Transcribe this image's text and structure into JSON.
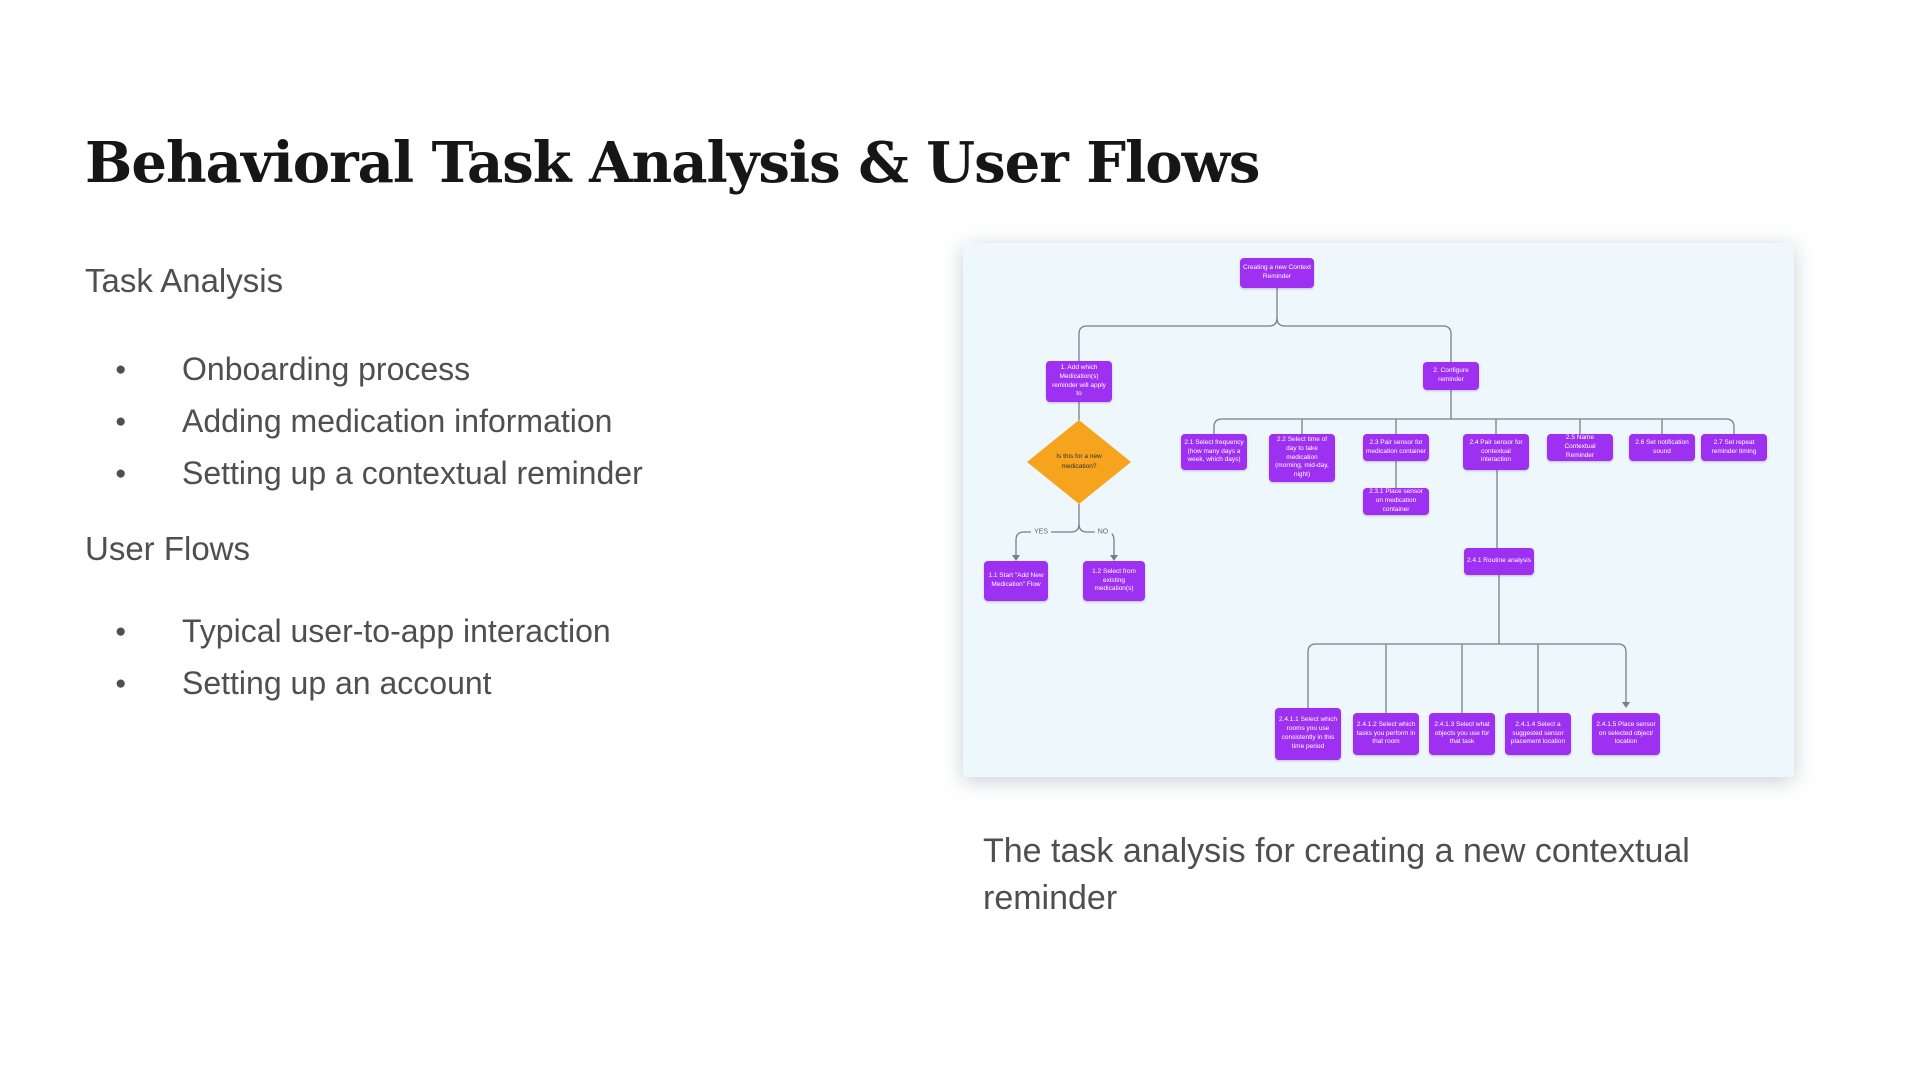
{
  "slide": {
    "title": "Behavioral Task Analysis & User Flows",
    "sections": [
      {
        "heading": "Task Analysis",
        "items": [
          "Onboarding process",
          "Adding medication information",
          "Setting up a contextual reminder"
        ]
      },
      {
        "heading": "User Flows",
        "items": [
          "Typical user-to-app interaction",
          "Setting up an account"
        ]
      }
    ],
    "caption": "The task analysis for creating a new contextual reminder"
  },
  "icons": {
    "bullet": "●"
  },
  "colors": {
    "node_purple": "#9e30f2",
    "diamond_orange": "#f6a41e",
    "panel_background": "#eef7fc",
    "connector_gray": "#73808c",
    "body_text": "#4f4f4f",
    "title_text": "#161616"
  },
  "flowchart": {
    "edge_labels": {
      "yes": "YES",
      "no": "NO"
    },
    "nodes": [
      {
        "id": "root",
        "text": "Creating a new Context Reminder"
      },
      {
        "id": "1",
        "text": "1. Add which Medication(s) reminder will apply to"
      },
      {
        "id": "2",
        "text": "2. Configure reminder"
      },
      {
        "id": "d1",
        "text": "Is this for a new medication?"
      },
      {
        "id": "1.1",
        "text": "1.1 Start \"Add New Medication\" Flow"
      },
      {
        "id": "1.2",
        "text": "1.2 Select from existing medication(s)"
      },
      {
        "id": "2.1",
        "text": "2.1 Select frequency (how many days a week, which days)"
      },
      {
        "id": "2.2",
        "text": "2.2 Select time of day to take medication (morning, mid-day, night)"
      },
      {
        "id": "2.3",
        "text": "2.3 Pair sensor for medication container"
      },
      {
        "id": "2.4",
        "text": "2.4 Pair sensor for contextual interaction"
      },
      {
        "id": "2.5",
        "text": "2.5 Name Contextual Reminder"
      },
      {
        "id": "2.6",
        "text": "2.6 Set notification sound"
      },
      {
        "id": "2.7",
        "text": "2.7 Set repeat reminder timing"
      },
      {
        "id": "2.3.1",
        "text": "2.3.1 Place sensor on medication container"
      },
      {
        "id": "2.4.1",
        "text": "2.4.1 Routine analysis"
      },
      {
        "id": "2.4.1.1",
        "text": "2.4.1.1 Select which rooms you use consistently in this time period"
      },
      {
        "id": "2.4.1.2",
        "text": "2.4.1.2 Select which tasks you perform in that room"
      },
      {
        "id": "2.4.1.3",
        "text": "2.4.1.3 Select what objects you use for that task"
      },
      {
        "id": "2.4.1.4",
        "text": "2.4.1.4 Select a suggested sensor placement location"
      },
      {
        "id": "2.4.1.5",
        "text": "2.4.1.5 Place sensor on selected object/ location"
      }
    ]
  }
}
